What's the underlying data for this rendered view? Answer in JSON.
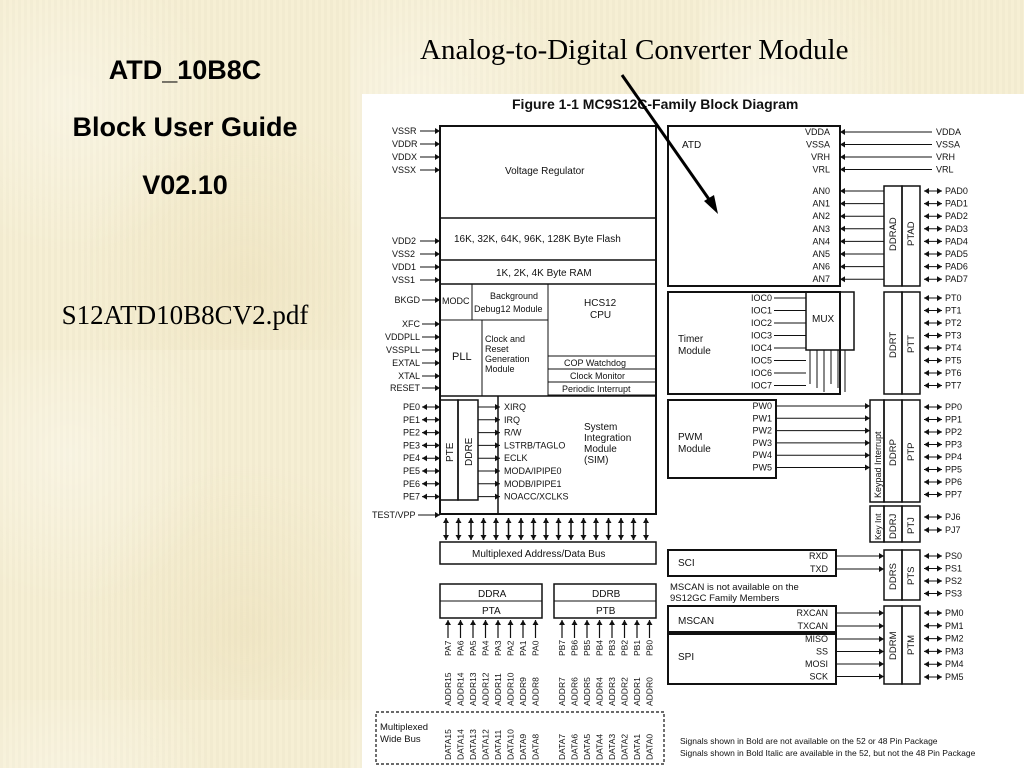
{
  "slide": {
    "title_line1": "ATD_10B8C",
    "title_line2": "Block User Guide",
    "title_line3": "V02.10",
    "file_name": "S12ATD10B8CV2.pdf",
    "caption": "Analog-to-Digital Converter Module"
  },
  "figure": {
    "title": "Figure 1-1  MC9S12C-Family Block Diagram",
    "left_pins_top": [
      "VSSR",
      "VDDR",
      "VDDX",
      "VSSX"
    ],
    "left_pins_power": [
      "VDD2",
      "VSS2",
      "VDD1",
      "VSS1"
    ],
    "left_pins_ctrl": [
      "BKGD",
      "XFC",
      "VDDPLL",
      "VSSPLL",
      "EXTAL",
      "XTAL",
      "RESET"
    ],
    "left_pins_pe": [
      "PE0",
      "PE1",
      "PE2",
      "PE3",
      "PE4",
      "PE5",
      "PE6",
      "PE7"
    ],
    "test_pin": "TEST/VPP",
    "voltage_regulator": "Voltage Regulator",
    "flash": "16K, 32K, 64K, 96K, 128K Byte Flash",
    "ram": "1K, 2K, 4K Byte RAM",
    "modc": "MODC",
    "bdm_line1": "Background",
    "bdm_line2": "Debug12 Module",
    "cpu_line1": "HCS12",
    "cpu_line2": "CPU",
    "pll": "PLL",
    "crg_lines": [
      "Clock and",
      "Reset",
      "Generation",
      "Module"
    ],
    "cop": "COP Watchdog",
    "clock_monitor": "Clock Monitor",
    "periodic_interrupt": "Periodic Interrupt",
    "pte": "PTE",
    "ddre": "DDRE",
    "sim_signals": [
      "XIRQ",
      "IRQ",
      "R/W",
      "LSTRB/TAGLO",
      "ECLK",
      "MODA/IPIPE0",
      "MODB/IPIPE1",
      "NOACC/XCLKS"
    ],
    "sim_lines": [
      "System",
      "Integration",
      "Module",
      "(SIM)"
    ],
    "mux_bus": "Multiplexed Address/Data Bus",
    "ddra": "DDRA",
    "pta": "PTA",
    "ddrb": "DDRB",
    "ptb": "PTB",
    "pa_pins": [
      "PA7",
      "PA6",
      "PA5",
      "PA4",
      "PA3",
      "PA2",
      "PA1",
      "PA0"
    ],
    "pb_pins": [
      "PB7",
      "PB6",
      "PB5",
      "PB4",
      "PB3",
      "PB2",
      "PB1",
      "PB0"
    ],
    "addr_a": [
      "ADDR15",
      "ADDR14",
      "ADDR13",
      "ADDR12",
      "ADDR11",
      "ADDR10",
      "ADDR9",
      "ADDR8"
    ],
    "addr_b": [
      "ADDR7",
      "ADDR6",
      "ADDR5",
      "ADDR4",
      "ADDR3",
      "ADDR2",
      "ADDR1",
      "ADDR0"
    ],
    "data_a": [
      "DATA15",
      "DATA14",
      "DATA13",
      "DATA12",
      "DATA11",
      "DATA10",
      "DATA9",
      "DATA8"
    ],
    "data_b": [
      "DATA7",
      "DATA6",
      "DATA5",
      "DATA4",
      "DATA3",
      "DATA2",
      "DATA1",
      "DATA0"
    ],
    "wide_bus_line1": "Multiplexed",
    "wide_bus_line2": "Wide Bus",
    "atd": "ATD",
    "atd_ref": [
      "VDDA",
      "VSSA",
      "VRH",
      "VRL"
    ],
    "atd_an": [
      "AN0",
      "AN1",
      "AN2",
      "AN3",
      "AN4",
      "AN5",
      "AN6",
      "AN7"
    ],
    "pad_pins": [
      "PAD0",
      "PAD1",
      "PAD2",
      "PAD3",
      "PAD4",
      "PAD5",
      "PAD6",
      "PAD7"
    ],
    "ddrad": "DDRAD",
    "ptad": "PTAD",
    "timer_line1": "Timer",
    "timer_line2": "Module",
    "ioc": [
      "IOC0",
      "IOC1",
      "IOC2",
      "IOC3",
      "IOC4",
      "IOC5",
      "IOC6",
      "IOC7"
    ],
    "mux": "MUX",
    "ddrt": "DDRT",
    "ptt": "PTT",
    "pt_pins": [
      "PT0",
      "PT1",
      "PT2",
      "PT3",
      "PT4",
      "PT5",
      "PT6",
      "PT7"
    ],
    "pwm_line1": "PWM",
    "pwm_line2": "Module",
    "pw": [
      "PW0",
      "PW1",
      "PW2",
      "PW3",
      "PW4",
      "PW5"
    ],
    "keypad": "Keypad Interrupt",
    "ddrp": "DDRP",
    "ptp": "PTP",
    "pp_pins": [
      "PP0",
      "PP1",
      "PP2",
      "PP3",
      "PP4",
      "PP5",
      "PP6",
      "PP7"
    ],
    "keyint": "Key Int",
    "ddrj": "DDRJ",
    "ptj": "PTJ",
    "pj_pins": [
      "PJ6",
      "PJ7"
    ],
    "sci": "SCI",
    "sci_sig": [
      "RXD",
      "TXD"
    ],
    "ddrs": "DDRS",
    "pts": "PTS",
    "ps_pins": [
      "PS0",
      "PS1",
      "PS2",
      "PS3"
    ],
    "mscan_note_line1": "MSCAN is not available on the",
    "mscan_note_line2": "9S12GC Family Members",
    "mscan": "MSCAN",
    "mscan_sig": [
      "RXCAN",
      "TXCAN"
    ],
    "spi": "SPI",
    "spi_sig": [
      "MISO",
      "SS",
      "MOSI",
      "SCK"
    ],
    "ddrm": "DDRM",
    "ptm": "PTM",
    "pm_pins": [
      "PM0",
      "PM1",
      "PM2",
      "PM3",
      "PM4",
      "PM5"
    ],
    "footnote1": "Signals shown in Bold are not available on the 52 or 48 Pin Package",
    "footnote2": "Signals shown in Bold Italic are available in the 52, but not the 48 Pin Package"
  }
}
